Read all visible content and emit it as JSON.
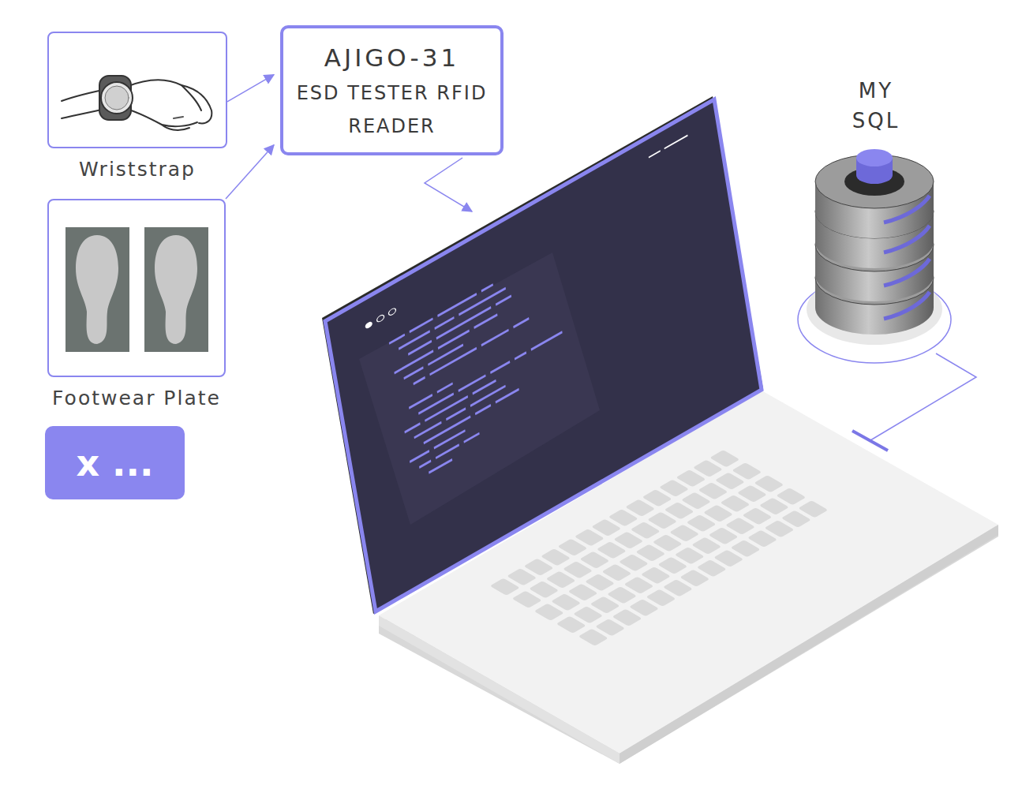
{
  "diagram": {
    "nodes": [
      {
        "text": [
          "Wriststrap"
        ]
      },
      {
        "text": [
          "AJIGO-31",
          "ESD TESTER RFID READER"
        ]
      },
      {
        "text": [
          "MY SQL"
        ]
      },
      {
        "text": [
          "Footwear Plate"
        ]
      },
      {
        "text": [
          "x ..."
        ]
      }
    ],
    "edges": [
      {
        "from": 0,
        "to": 1,
        "arrow": "to"
      },
      {
        "from": 3,
        "to": 1,
        "arrow": "to"
      }
    ]
  }
}
